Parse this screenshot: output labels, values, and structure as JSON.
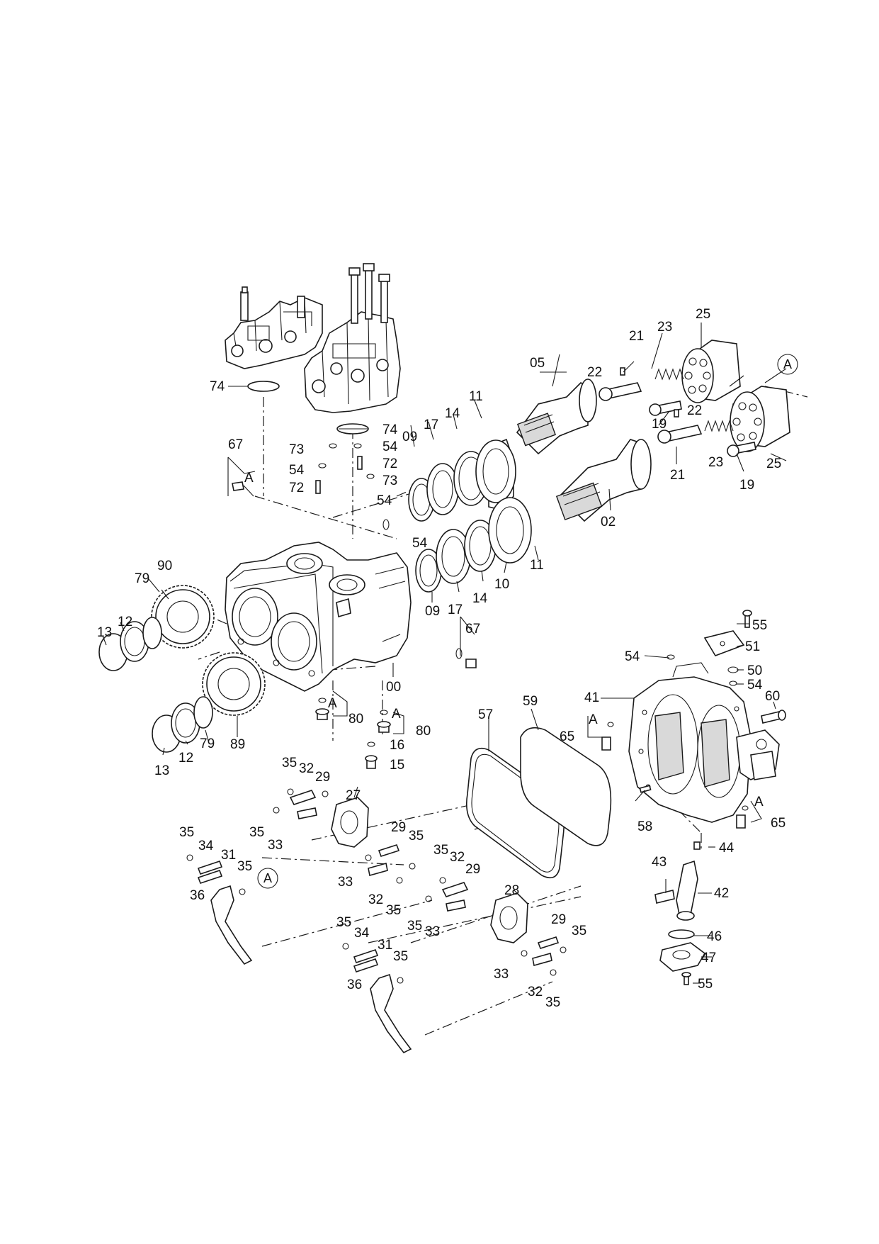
{
  "labels": {
    "00": "00",
    "02": "02",
    "05": "05",
    "09": "09",
    "10": "10",
    "11": "11",
    "12": "12",
    "13": "13",
    "14": "14",
    "15": "15",
    "16": "16",
    "17": "17",
    "19": "19",
    "21": "21",
    "22": "22",
    "23": "23",
    "25": "25",
    "27": "27",
    "28": "28",
    "29": "29",
    "31": "31",
    "32": "32",
    "33": "33",
    "34": "34",
    "35": "35",
    "36": "36",
    "41": "41",
    "42": "42",
    "43": "43",
    "44": "44",
    "46": "46",
    "47": "47",
    "50": "50",
    "51": "51",
    "54": "54",
    "55": "55",
    "57": "57",
    "58": "58",
    "59": "59",
    "60": "60",
    "65": "65",
    "67": "67",
    "72": "72",
    "73": "73",
    "74": "74",
    "79": "79",
    "80": "80",
    "89": "89",
    "90": "90"
  },
  "reference_mark": "A"
}
